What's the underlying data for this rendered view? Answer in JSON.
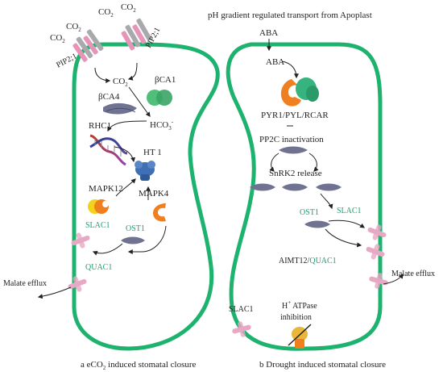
{
  "labels": {
    "co2_a": "CO",
    "co2_b": "CO",
    "co2_c": "CO",
    "co2_d": "CO",
    "co2_sub": "2",
    "pip2_left": "PIP2;1",
    "pip2_right": "PIP2;1",
    "bca1": "βCA1",
    "bca4": "βCA4",
    "hco3": "HCO",
    "hco3_sub": "3",
    "hco3_sup": "-",
    "rhc1": "RHC1",
    "ht1": "HT 1",
    "mapk12": "MAPK12",
    "mapk4": "MAPK4",
    "slac1_left": "SLAC1",
    "ost1_left": "OST1",
    "quac1_left": "QUAC1",
    "malate_left": "Malate efflux",
    "ph_gradient": "pH gradient regulated transport from Apoplast",
    "aba_top": "ABA",
    "aba_mid": "ABA",
    "receptor": "PYR1/PYL/RCAR",
    "pp2c": "PP2C inactivation",
    "snrk2": "SnRK2 release",
    "ost1_right": "OST1",
    "slac1_right": "SLAC1",
    "aimt12": "AIMT12/",
    "quac1_right": "QUAC1",
    "malate_right": "Malate efflux",
    "slac1_bottom": "SLAC1",
    "h_atpase_h": "H",
    "h_atpase_plus": "+",
    "h_atpase_rest": " ATPase",
    "inhibition": "inhibition",
    "caption_a": "a  eCO",
    "caption_a_sub": "2",
    "caption_a_rest": " induced stomatal closure",
    "caption_b": "b  Drought induced stomatal closure"
  },
  "colors": {
    "cell_wall": "#1db36f",
    "teal_text": "#1aa36b",
    "transporter_pink": "#e7a8c4",
    "aquaporin_pink": "#e596b8",
    "aquaporin_gray": "#a7a9ac",
    "protein_slate": "#6f7391",
    "ca_green": "#4fbf7a",
    "ht1_blue": "#3f6fb5",
    "mapk_orange": "#f07f1f",
    "mapk_yellow": "#f2d21b",
    "aba_orange": "#f07f1f",
    "aba_green": "#36b37e"
  },
  "icons": [
    "aquaporin-icon",
    "carbonic-anhydrase-icon",
    "kinase-icon",
    "dna-icon",
    "ht1-kinase-icon",
    "receptor-icon",
    "snrk2-icon",
    "transporter-icon",
    "atpase-icon"
  ]
}
